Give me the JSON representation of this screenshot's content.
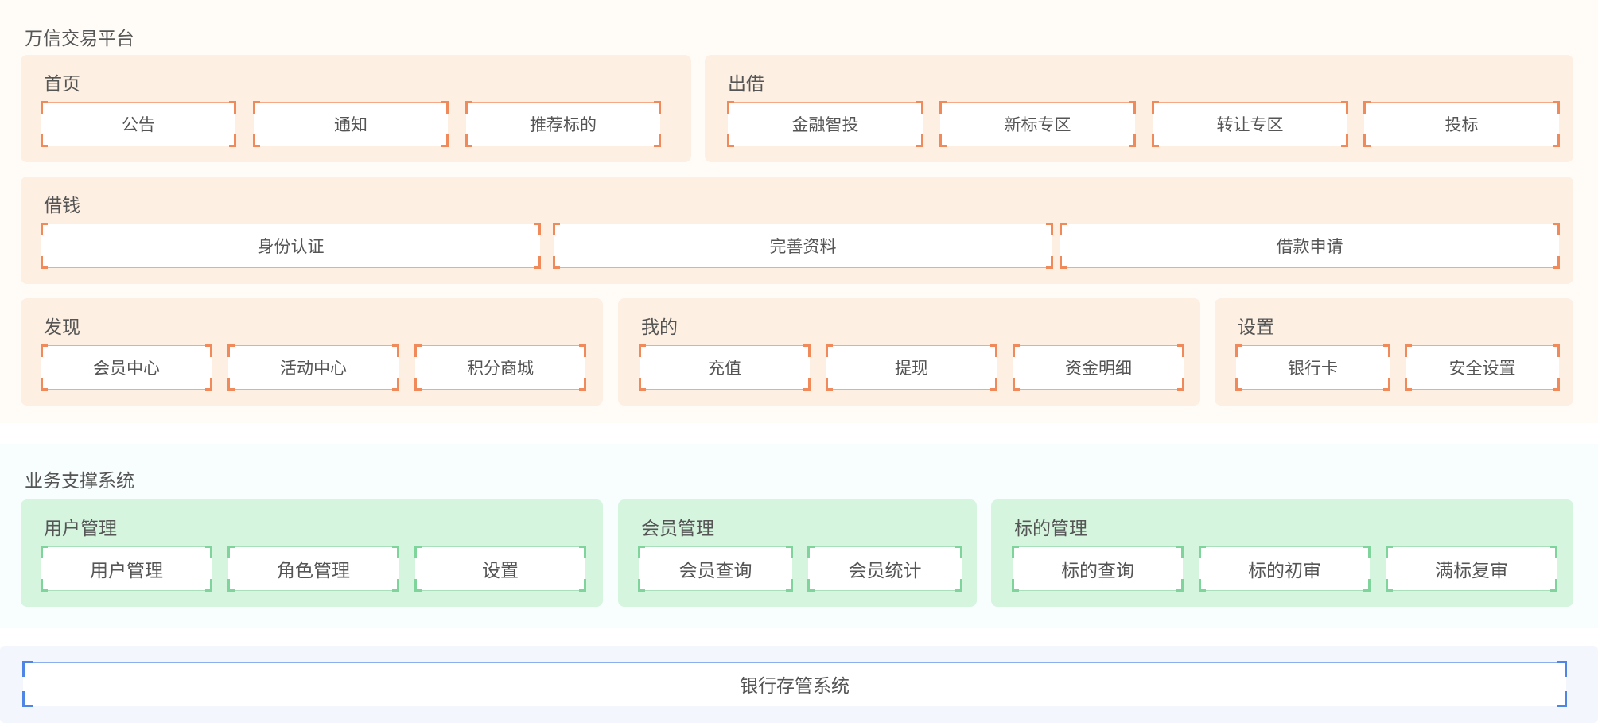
{
  "colors": {
    "orange_panel": "#fdefe2",
    "orange_accent": "#f08a5b",
    "green_panel": "#d6f5df",
    "green_accent": "#7fd49b",
    "blue_accent": "#4f86e6"
  },
  "trading_platform": {
    "title": "万信交易平台",
    "home": {
      "title": "首页",
      "items": [
        "公告",
        "通知",
        "推荐标的"
      ]
    },
    "lend": {
      "title": "出借",
      "items": [
        "金融智投",
        "新标专区",
        "转让专区",
        "投标"
      ]
    },
    "borrow": {
      "title": "借钱",
      "items": [
        "身份认证",
        "完善资料",
        "借款申请"
      ]
    },
    "discover": {
      "title": "发现",
      "items": [
        "会员中心",
        "活动中心",
        "积分商城"
      ]
    },
    "mine": {
      "title": "我的",
      "items": [
        "充值",
        "提现",
        "资金明细"
      ]
    },
    "settings": {
      "title": "设置",
      "items": [
        "银行卡",
        "安全设置"
      ]
    }
  },
  "support_system": {
    "title": "业务支撑系统",
    "user_mgmt": {
      "title": "用户管理",
      "items": [
        "用户管理",
        "角色管理",
        "设置"
      ]
    },
    "member_mgmt": {
      "title": "会员管理",
      "items": [
        "会员查询",
        "会员统计"
      ]
    },
    "target_mgmt": {
      "title": "标的管理",
      "items": [
        "标的查询",
        "标的初审",
        "满标复审"
      ]
    }
  },
  "bank_system": {
    "label": "银行存管系统"
  }
}
